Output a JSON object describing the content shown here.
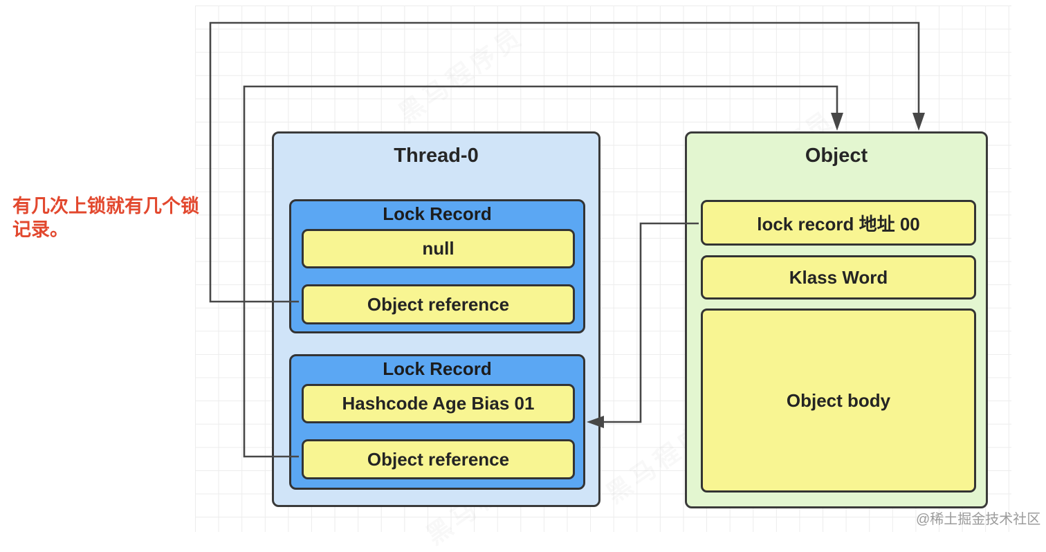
{
  "annotation": {
    "text": "有几次上锁就有几个锁记录。",
    "color": "#e2482e"
  },
  "thread_box": {
    "title": "Thread-0",
    "lock_records": [
      {
        "title": "Lock Record",
        "slots": [
          "null",
          "Object reference"
        ]
      },
      {
        "title": "Lock Record",
        "slots": [
          "Hashcode Age Bias 01",
          "Object reference"
        ]
      }
    ]
  },
  "object_box": {
    "title": "Object",
    "fields": [
      "lock record 地址 00",
      "Klass Word",
      "Object body"
    ]
  },
  "watermarks": {
    "ghost": "黑马程序员",
    "credit": "@稀土掘金技术社区"
  },
  "colors": {
    "thread_fill": "#d0e4f8",
    "lock_record_fill": "#5ba7f3",
    "slot_fill": "#f8f592",
    "object_fill": "#e3f6d0",
    "box_border": "#333333",
    "arrow": "#474747",
    "annotation_red": "#e2482e",
    "grid_line": "#ececec",
    "credit_gray": "#9b9b9b"
  }
}
